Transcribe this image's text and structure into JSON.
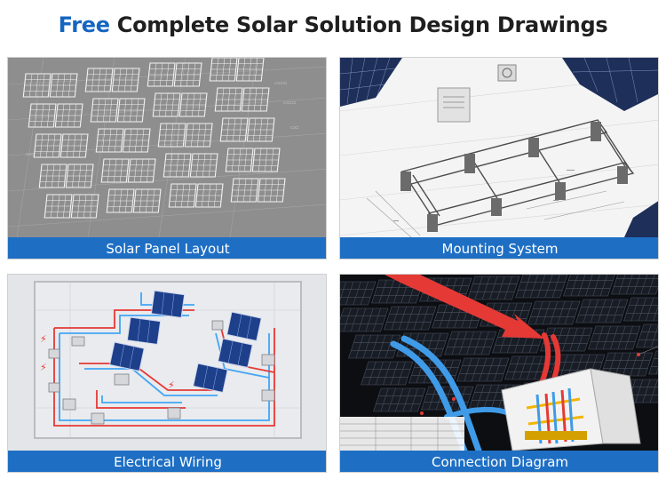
{
  "title": {
    "accent": "Free",
    "rest": " Complete Solar Solution Design Drawings"
  },
  "tiles": [
    {
      "caption": "Solar Panel Layout"
    },
    {
      "caption": "Mounting System"
    },
    {
      "caption": "Electrical Wiring"
    },
    {
      "caption": "Connection Diagram"
    }
  ],
  "colors": {
    "accent": "#1565c0",
    "caption_bg": "#1e6fc4",
    "wire_red": "#e53935",
    "wire_blue": "#42a5f5"
  }
}
